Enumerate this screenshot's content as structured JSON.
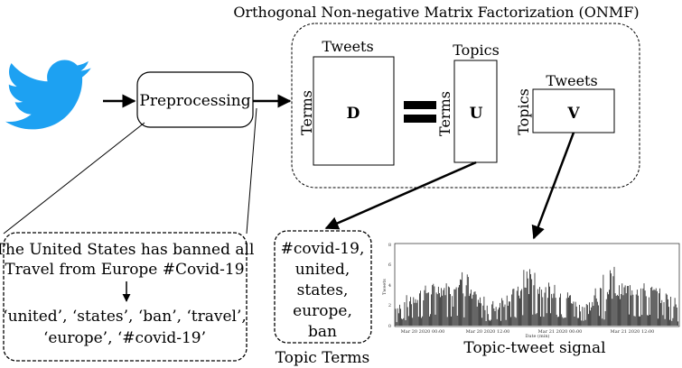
{
  "onmf": {
    "title": "Orthogonal Non-negative Matrix Factorization (ONMF)",
    "matrix_d": {
      "letter": "D",
      "top_label": "Tweets",
      "side_label": "Terms"
    },
    "matrix_u": {
      "letter": "U",
      "top_label": "Topics",
      "side_label": "Terms"
    },
    "matrix_v": {
      "letter": "V",
      "top_label": "Tweets",
      "side_label": "Topics"
    }
  },
  "preprocessing": {
    "label": "Preprocessing"
  },
  "example": {
    "tweet_line1": "The United States has banned all",
    "tweet_line2": "Travel from Europe #Covid-19",
    "tokens_line1": "‘united’, ‘states’, ‘ban’, ‘travel’,",
    "tokens_line2": "‘europe’, ‘#covid-19’"
  },
  "topic_terms": {
    "terms": [
      "#covid-19,",
      "united,",
      "states,",
      "europe,",
      "ban"
    ],
    "caption": "Topic Terms"
  },
  "signal": {
    "caption": "Topic-tweet signal",
    "ylabel": "Tweets",
    "xlabel": "Date (min)",
    "yticks": [
      "8",
      "6",
      "4",
      "2",
      "0"
    ],
    "xticks": [
      "Mar 20 2020 00:00",
      "Mar 20 2020 12:00",
      "Mar 21 2020 00:00",
      "Mar 21 2020 12:00"
    ]
  },
  "colors": {
    "twitter_blue": "#1DA1F2",
    "ink": "#000000"
  },
  "icons": {
    "logo": "twitter-bird-icon"
  }
}
